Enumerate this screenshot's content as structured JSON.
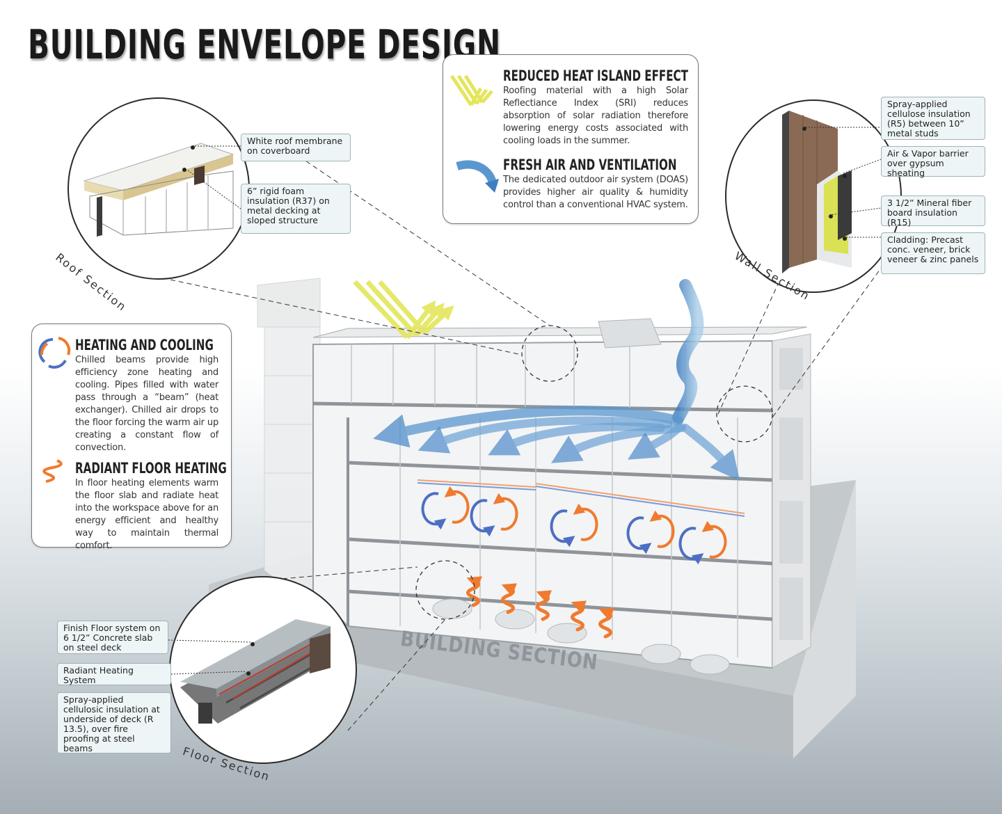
{
  "title": "BUILDING ENVELOPE DESIGN",
  "heat_island": {
    "heading": "REDUCED HEAT ISLAND EFFECT",
    "body": "Roofing material with a high Solar Reflectiance Index (SRI) reduces absorption of solar radiation therefore lowering energy costs associated with cooling loads in the summer."
  },
  "fresh_air": {
    "heading": "FRESH AIR AND VENTILATION",
    "body": "The dedicated outdoor air system (DOAS) provides higher air quality & humidity control than a conventional HVAC system."
  },
  "heating_cooling": {
    "heading": "HEATING AND COOLING",
    "body": "Chilled beams provide high efficiency zone heating and cooling. Pipes filled with water pass through a “beam” (heat exchanger). Chilled air drops to the floor forcing the warm air up creating a constant flow of convection."
  },
  "radiant_floor": {
    "heading": "RADIANT FLOOR HEATING",
    "body": "In floor heating elements warm the floor slab and radiate heat into the workspace above for an energy efficient and healthy way to maintain thermal comfort."
  },
  "roof_section": {
    "label": "Roof Section",
    "notes": [
      "White roof membrane on coverboard",
      "6” rigid foam insulation (R37) on metal decking at sloped structure"
    ]
  },
  "wall_section": {
    "label": "Wall Section",
    "notes": [
      "Spray-applied cellulose insulation (R5) between 10” metal studs",
      "Air & Vapor barrier over gypsum sheating",
      "3 1/2” Mineral fiber board insulation (R15)",
      "Cladding: Precast conc. veneer, brick veneer & zinc panels"
    ]
  },
  "floor_section": {
    "label": "Floor Section",
    "notes": [
      "Finish Floor system on 6 1/2” Concrete slab on steel deck",
      "Radiant Heating System",
      "Spray-applied cellulosic insulation at underside of deck (R 13.5), over fire proofing at steel beams"
    ]
  },
  "building_label": "BUILDING SECTION",
  "colors": {
    "sun": "#e7ea6a",
    "air": "#5b97cf",
    "warm": "#f07a2e",
    "cool": "#4d6fc3"
  }
}
